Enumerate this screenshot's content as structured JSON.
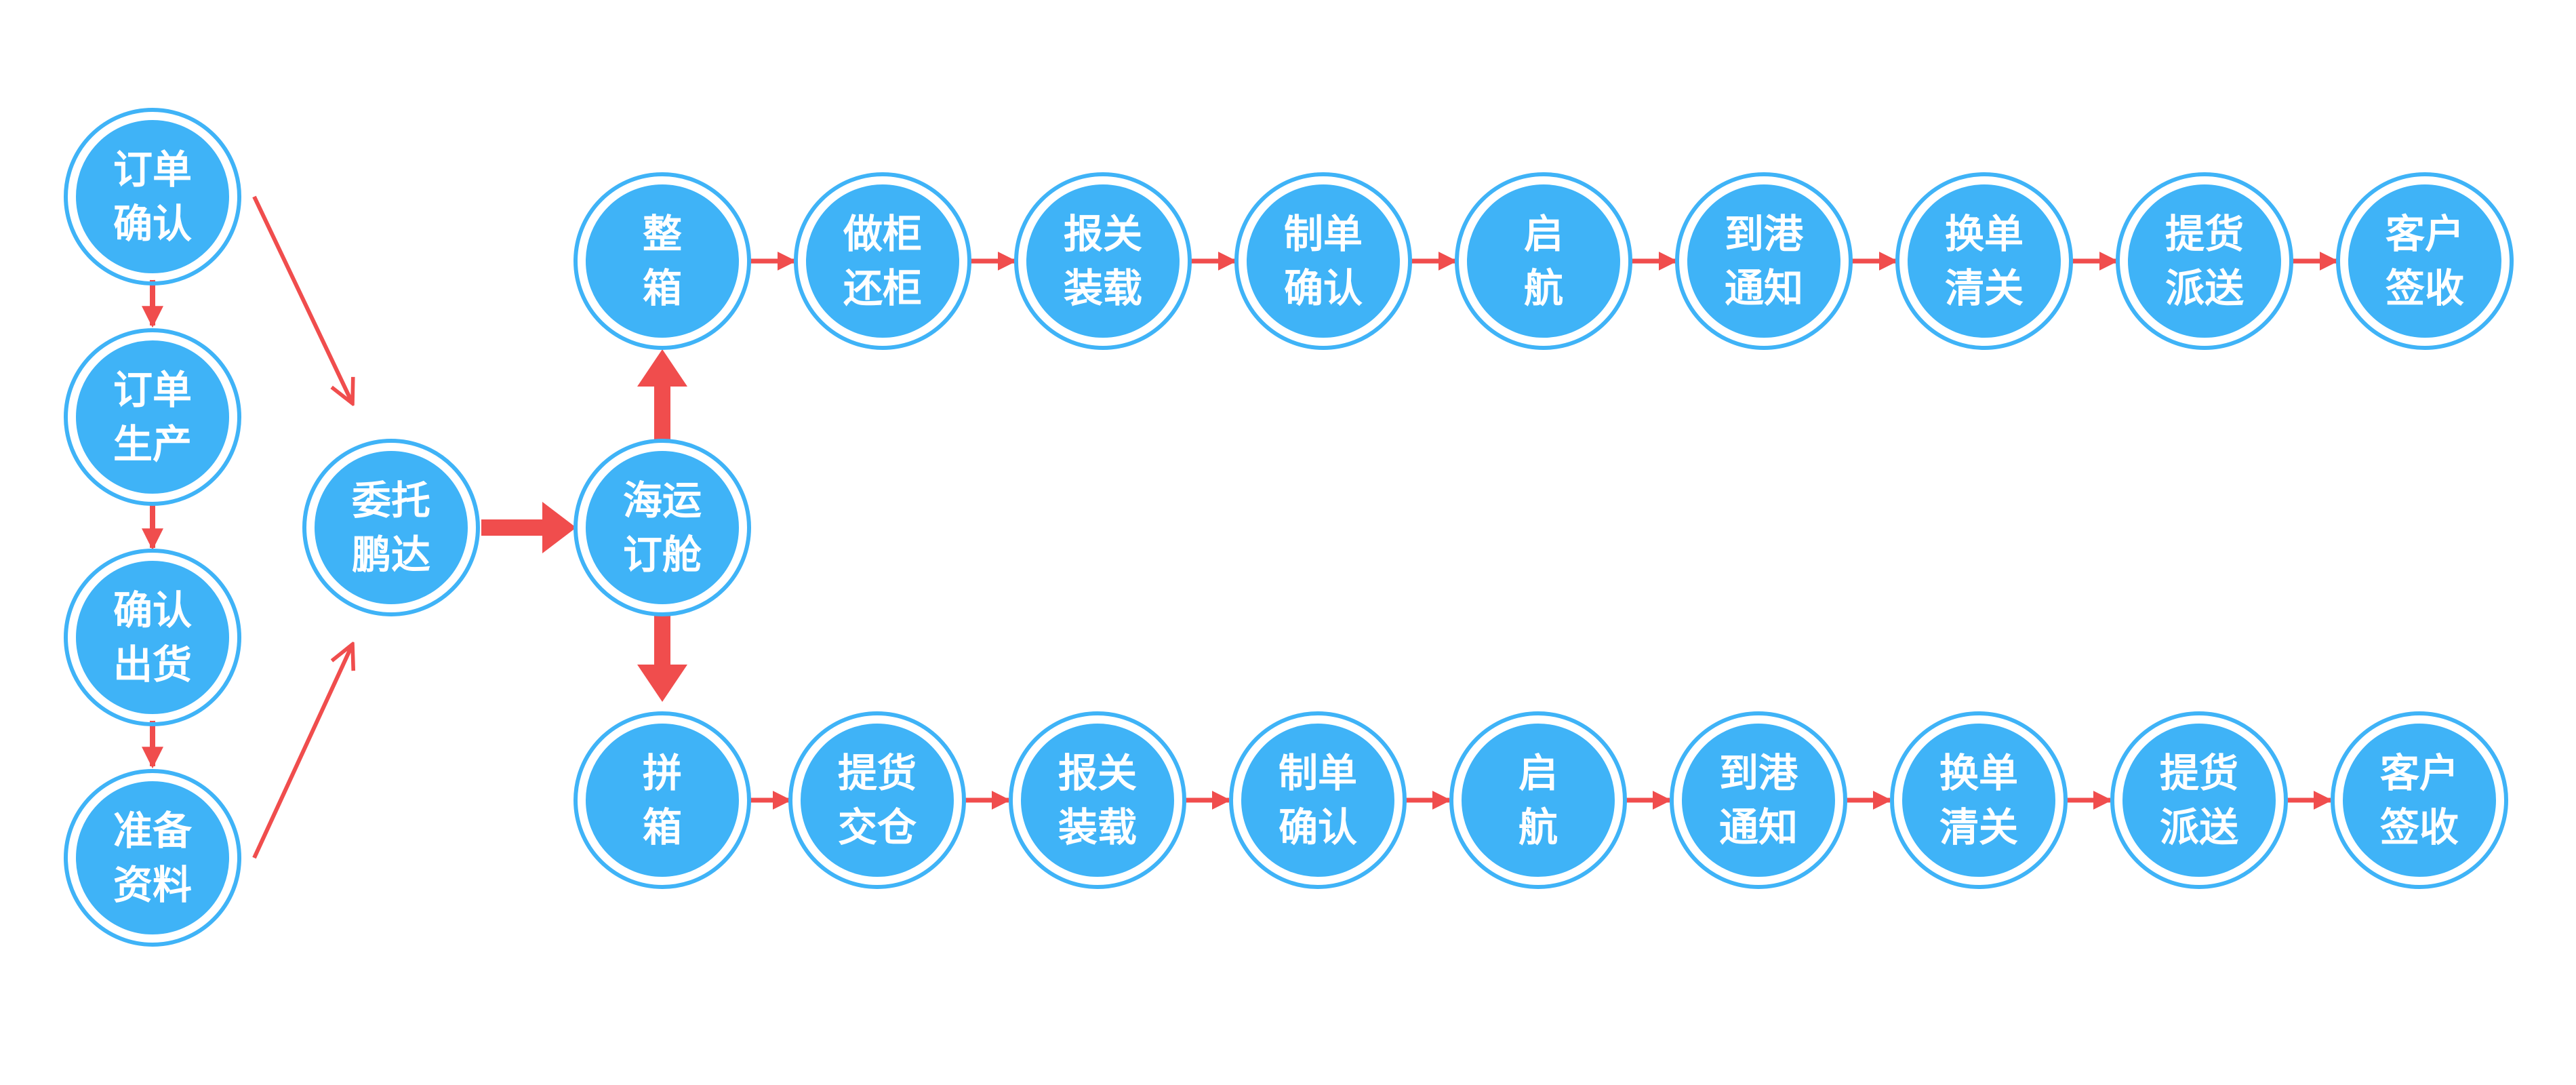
{
  "colors": {
    "node_fill": "#3fb3f7",
    "node_ring": "#3fb3f7",
    "node_text": "#ffffff",
    "arrow": "#f04d4d",
    "background": "#ffffff"
  },
  "nodes": {
    "order_confirm": {
      "line1": "订单",
      "line2": "确认"
    },
    "order_produce": {
      "line1": "订单",
      "line2": "生产"
    },
    "confirm_ship": {
      "line1": "确认",
      "line2": "出货"
    },
    "prepare_docs": {
      "line1": "准备",
      "line2": "资料"
    },
    "entrust_pengda": {
      "line1": "委托",
      "line2": "鹏达"
    },
    "sea_booking": {
      "line1": "海运",
      "line2": "订舱"
    },
    "fcl_start": {
      "line1": "整",
      "line2": "箱"
    },
    "fcl_container": {
      "line1": "做柜",
      "line2": "还柜"
    },
    "fcl_customs": {
      "line1": "报关",
      "line2": "装载"
    },
    "fcl_docs": {
      "line1": "制单",
      "line2": "确认"
    },
    "fcl_sail": {
      "line1": "启",
      "line2": "航"
    },
    "fcl_arrival": {
      "line1": "到港",
      "line2": "通知"
    },
    "fcl_clearance": {
      "line1": "换单",
      "line2": "清关"
    },
    "fcl_delivery": {
      "line1": "提货",
      "line2": "派送"
    },
    "fcl_signoff": {
      "line1": "客户",
      "line2": "签收"
    },
    "lcl_start": {
      "line1": "拼",
      "line2": "箱"
    },
    "lcl_warehouse": {
      "line1": "提货",
      "line2": "交仓"
    },
    "lcl_customs": {
      "line1": "报关",
      "line2": "装载"
    },
    "lcl_docs": {
      "line1": "制单",
      "line2": "确认"
    },
    "lcl_sail": {
      "line1": "启",
      "line2": "航"
    },
    "lcl_arrival": {
      "line1": "到港",
      "line2": "通知"
    },
    "lcl_clearance": {
      "line1": "换单",
      "line2": "清关"
    },
    "lcl_delivery": {
      "line1": "提货",
      "line2": "派送"
    },
    "lcl_signoff": {
      "line1": "客户",
      "line2": "签收"
    }
  },
  "edges": [
    {
      "from": "order_confirm",
      "to": "order_produce"
    },
    {
      "from": "order_produce",
      "to": "confirm_ship"
    },
    {
      "from": "confirm_ship",
      "to": "prepare_docs"
    },
    {
      "from": "order_confirm",
      "to": "entrust_pengda"
    },
    {
      "from": "prepare_docs",
      "to": "entrust_pengda"
    },
    {
      "from": "entrust_pengda",
      "to": "sea_booking"
    },
    {
      "from": "sea_booking",
      "to": "fcl_start"
    },
    {
      "from": "sea_booking",
      "to": "lcl_start"
    },
    {
      "from": "fcl_start",
      "to": "fcl_container"
    },
    {
      "from": "fcl_container",
      "to": "fcl_customs"
    },
    {
      "from": "fcl_customs",
      "to": "fcl_docs"
    },
    {
      "from": "fcl_docs",
      "to": "fcl_sail"
    },
    {
      "from": "fcl_sail",
      "to": "fcl_arrival"
    },
    {
      "from": "fcl_arrival",
      "to": "fcl_clearance"
    },
    {
      "from": "fcl_clearance",
      "to": "fcl_delivery"
    },
    {
      "from": "fcl_delivery",
      "to": "fcl_signoff"
    },
    {
      "from": "lcl_start",
      "to": "lcl_warehouse"
    },
    {
      "from": "lcl_warehouse",
      "to": "lcl_customs"
    },
    {
      "from": "lcl_customs",
      "to": "lcl_docs"
    },
    {
      "from": "lcl_docs",
      "to": "lcl_sail"
    },
    {
      "from": "lcl_sail",
      "to": "lcl_arrival"
    },
    {
      "from": "lcl_arrival",
      "to": "lcl_clearance"
    },
    {
      "from": "lcl_clearance",
      "to": "lcl_delivery"
    },
    {
      "from": "lcl_delivery",
      "to": "lcl_signoff"
    }
  ]
}
